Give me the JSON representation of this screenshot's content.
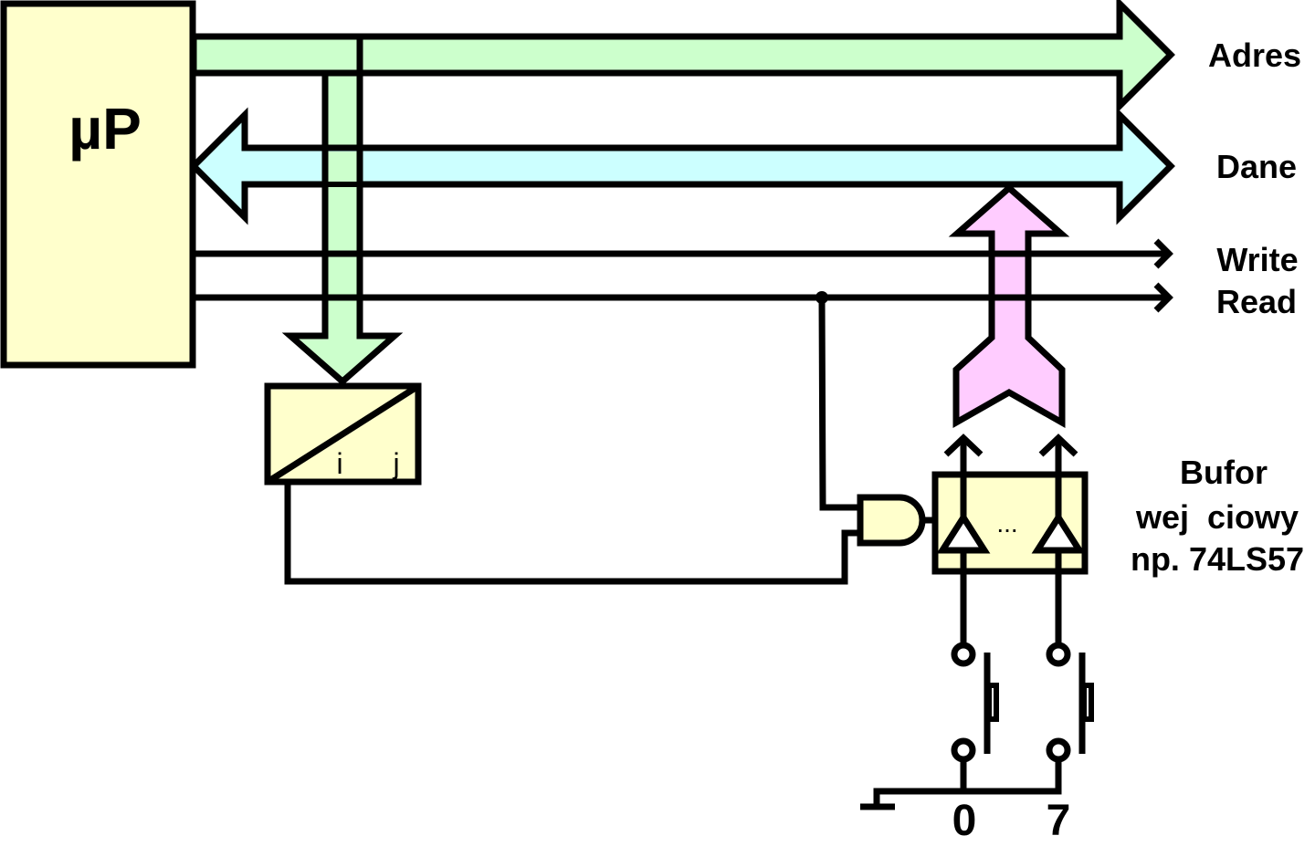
{
  "colors": {
    "cpu_fill": "#ffffcc",
    "address_bus_fill": "#ccffcc",
    "data_bus_fill": "#ccffff",
    "buffer_arrow_fill": "#ffccff",
    "stroke": "#000000",
    "background": "#ffffff"
  },
  "cpu": {
    "label": "µP"
  },
  "buses": {
    "address": "Adres",
    "data": "Dane",
    "write": "Write",
    "read": "Read"
  },
  "decoder": {
    "label_i": "i",
    "label_j": "j"
  },
  "buffer": {
    "title_line1": "Bufor",
    "title_line2": "wej  ciowy",
    "title_line3": "np. 74LS57",
    "ellipsis": "..."
  },
  "switches": [
    {
      "label": "0"
    },
    {
      "label": "7"
    }
  ]
}
